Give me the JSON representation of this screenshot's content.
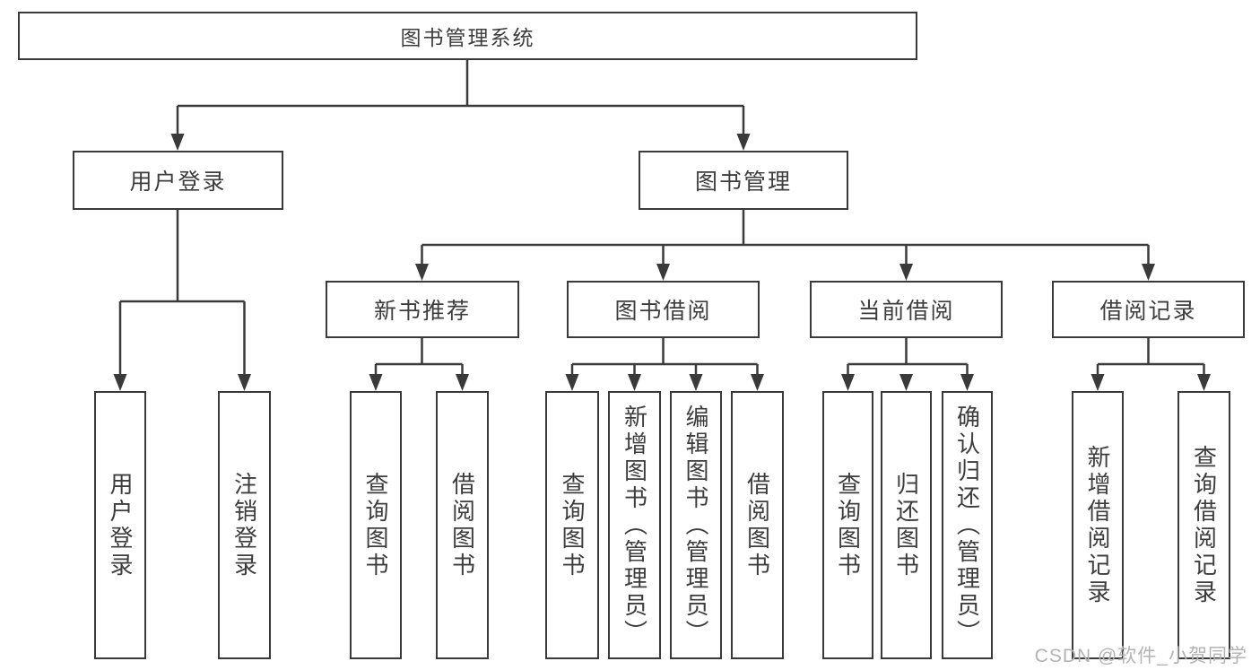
{
  "title": "图书管理系统",
  "watermark": "CSDN @软件_小贺同学",
  "colors": {
    "line": "#3a3a3a",
    "text": "#3d3d3d",
    "watermark": "#b3b3b3",
    "background": "#ffffff"
  },
  "nodes": {
    "root": "图书管理系统",
    "user_login": "用户登录",
    "book_mgmt": "图书管理",
    "new_book": "新书推荐",
    "book_borrow": "图书借阅",
    "current_borrow": "当前借阅",
    "borrow_record": "借阅记录",
    "leaf_user_login": "用户登录",
    "leaf_logout": "注销登录",
    "leaf_nb_query": "查询图书",
    "leaf_nb_borrow": "借阅图书",
    "leaf_bb_query": "查询图书",
    "leaf_bb_add": "新增图书（管理员）",
    "leaf_bb_edit": "编辑图书（管理员）",
    "leaf_bb_borrow": "借阅图书",
    "leaf_cb_query": "查询图书",
    "leaf_cb_return": "归还图书",
    "leaf_cb_confirm": "确认归还（管理员）",
    "leaf_br_add": "新增借阅记录",
    "leaf_br_query": "查询借阅记录"
  },
  "edges": [
    {
      "from": "图书管理系统",
      "to": [
        "用户登录",
        "图书管理"
      ]
    },
    {
      "from": "用户登录",
      "to": [
        "用户登录",
        "注销登录"
      ]
    },
    {
      "from": "图书管理",
      "to": [
        "新书推荐",
        "图书借阅",
        "当前借阅",
        "借阅记录"
      ]
    },
    {
      "from": "新书推荐",
      "to": [
        "查询图书",
        "借阅图书"
      ]
    },
    {
      "from": "图书借阅",
      "to": [
        "查询图书",
        "新增图书（管理员）",
        "编辑图书（管理员）",
        "借阅图书"
      ]
    },
    {
      "from": "当前借阅",
      "to": [
        "查询图书",
        "归还图书",
        "确认归还（管理员）"
      ]
    },
    {
      "from": "借阅记录",
      "to": [
        "新增借阅记录",
        "查询借阅记录"
      ]
    }
  ]
}
